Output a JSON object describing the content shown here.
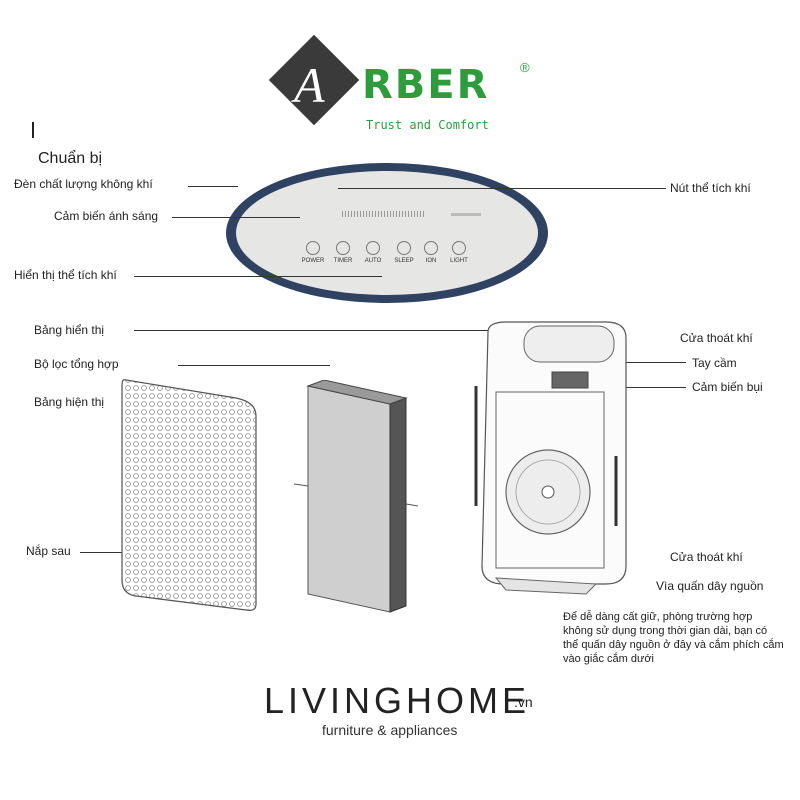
{
  "brand": {
    "letter": "A",
    "name": "RBER",
    "registered": "®",
    "tagline": "Trust and Comfort"
  },
  "section_title": "Chuẩn bị",
  "labels": {
    "air_quality_light": "Đèn chất lượng không khí",
    "light_sensor": "Cảm biến ánh sáng",
    "air_volume_display": "Hiển thị thể tích khí",
    "air_volume_button": "Nút thể tích khí",
    "display_panel": "Bảng hiển thị",
    "composite_filter": "Bộ lọc tổng hợp",
    "display_board": "Bảng hiện thị",
    "back_cover": "Nắp sau",
    "air_outlet_top": "Cửa thoát khí",
    "handle": "Tay cầm",
    "dust_sensor": "Cảm biến bụi",
    "air_outlet_bottom": "Cửa thoát khí",
    "cord_wrap": "Vìa quấn dây nguồn"
  },
  "panel": {
    "buttons": [
      {
        "label": "POWER"
      },
      {
        "label": "TIMER"
      },
      {
        "label": "AUTO"
      },
      {
        "label": "SLEEP"
      },
      {
        "label": "ION"
      },
      {
        "label": "LIGHT"
      }
    ]
  },
  "description": "Để dễ dàng cất giữ, phòng trường hợp không sử dụng trong thời gian dài, bạn có thể quấn dây nguồn ở đây và cắm phích cắm vào giắc cắm dưới",
  "footer": {
    "logo": "LIVINGHOME",
    "domain": ".vn",
    "sub": "furniture & appliances"
  },
  "colors": {
    "brand_green": "#2e9c3c",
    "panel_rim": "#2f4262",
    "panel_face": "#e6e6e4"
  }
}
